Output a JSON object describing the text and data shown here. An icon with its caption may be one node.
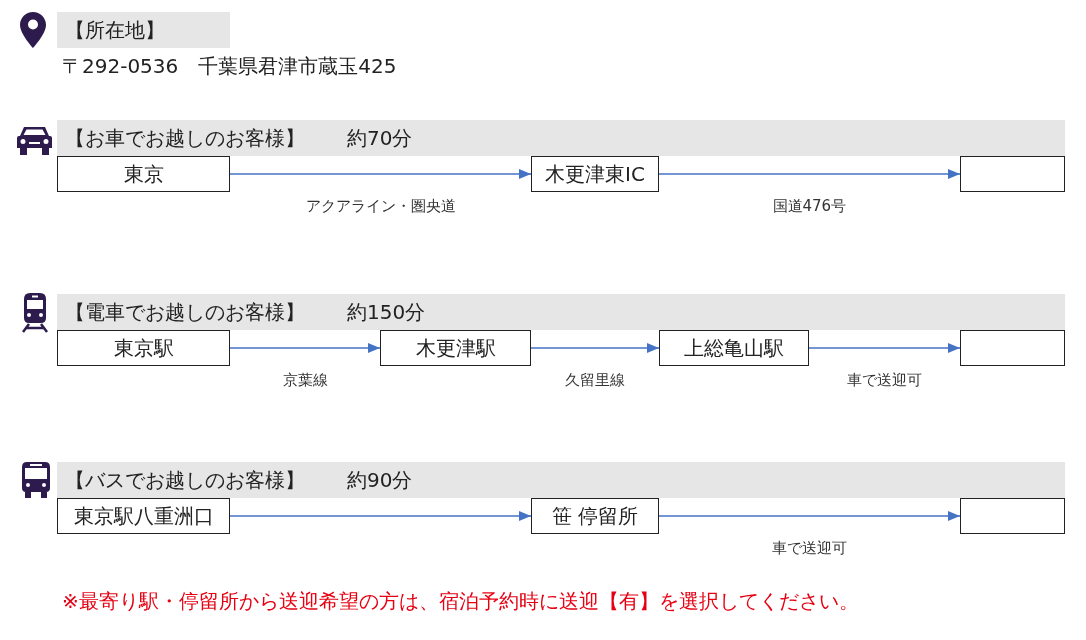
{
  "diagram": {
    "nodes": [
      {
        "text": [
          "【所在地】"
        ]
      },
      {
        "text": [
          "【お車でお越しのお客様】",
          "約70分"
        ]
      },
      {
        "text": [
          "東京"
        ]
      },
      {
        "text": [
          "木更津東IC"
        ]
      },
      {
        "text": [],
        "shape": "box"
      },
      {
        "text": [
          "【電車でお越しのお客様】",
          "約150分"
        ]
      },
      {
        "text": [
          "東京駅"
        ]
      },
      {
        "text": [
          "木更津駅"
        ]
      },
      {
        "text": [
          "上総亀山駅"
        ]
      },
      {
        "text": [],
        "shape": "box"
      },
      {
        "text": [
          "【バスでお越しのお客様】",
          "約90分"
        ]
      },
      {
        "text": [
          "東京駅八重洲口"
        ]
      },
      {
        "text": [
          "笹 停留所"
        ]
      },
      {
        "text": [],
        "shape": "box"
      }
    ],
    "edges": [
      {
        "from": 2,
        "to": 3,
        "arrow": "to",
        "label": "アクアライン・圏央道"
      },
      {
        "from": 3,
        "to": 4,
        "arrow": "to",
        "label": "国道476号"
      },
      {
        "from": 6,
        "to": 7,
        "arrow": "to",
        "label": "京葉線"
      },
      {
        "from": 7,
        "to": 8,
        "arrow": "to",
        "label": "久留里線"
      },
      {
        "from": 8,
        "to": 9,
        "arrow": "to",
        "label": "車で送迎可"
      },
      {
        "from": 11,
        "to": 12,
        "arrow": "to"
      },
      {
        "from": 12,
        "to": 13,
        "arrow": "to",
        "label": "車で送迎可"
      }
    ],
    "labels": [
      "〒292-0536　千葉県君津市蔵玉425",
      "※最寄り駅・停留所から送迎希望の方は、宿泊予約時に送迎【有】を選択してください。"
    ]
  }
}
